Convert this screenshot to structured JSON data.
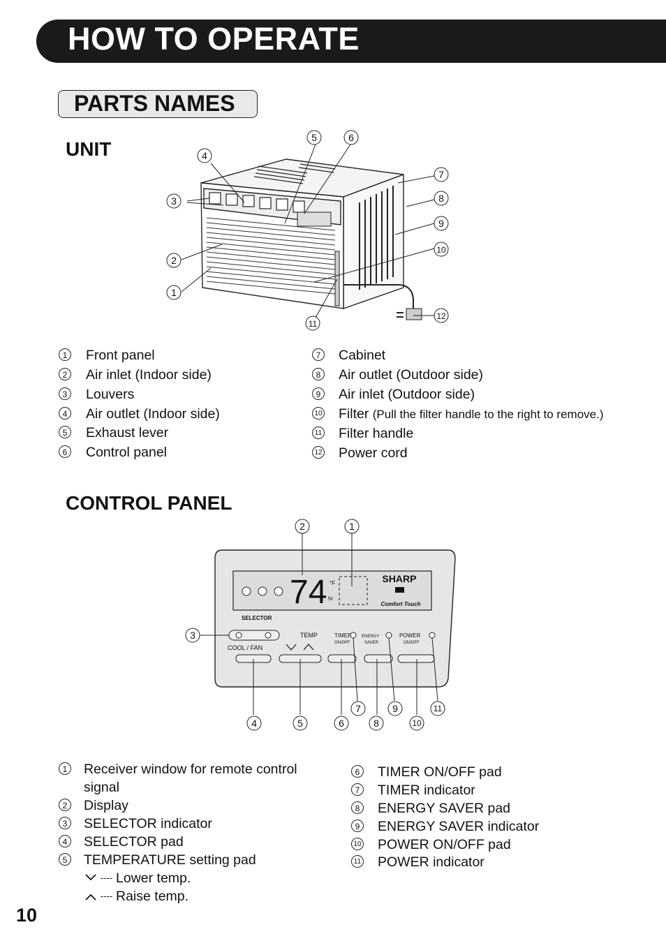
{
  "header": {
    "title": "HOW TO OPERATE"
  },
  "section": {
    "title": "PARTS NAMES"
  },
  "unit": {
    "heading": "UNIT",
    "items": [
      {
        "num": "1",
        "label": "Front panel"
      },
      {
        "num": "2",
        "label": "Air inlet  (Indoor side)"
      },
      {
        "num": "3",
        "label": "Louvers"
      },
      {
        "num": "4",
        "label": "Air outlet (Indoor side)"
      },
      {
        "num": "5",
        "label": "Exhaust lever"
      },
      {
        "num": "6",
        "label": "Control panel"
      },
      {
        "num": "7",
        "label": "Cabinet"
      },
      {
        "num": "8",
        "label": "Air outlet (Outdoor side)"
      },
      {
        "num": "9",
        "label": "Air inlet (Outdoor side)"
      },
      {
        "num": "10",
        "label": "Filter",
        "note": "(Pull  the filter handle to the right to remove.)"
      },
      {
        "num": "11",
        "label": "Filter handle"
      },
      {
        "num": "12",
        "label": "Power cord"
      }
    ]
  },
  "control_panel": {
    "heading": "CONTROL PANEL",
    "display": {
      "temp": "74",
      "unit_f": "°F",
      "unit_hr": "hr"
    },
    "brand": "SHARP",
    "brand_sub": "Comfort Touch",
    "labels": {
      "selector": "SELECTOR",
      "cool_fan": "COOL  /  FAN",
      "temp": "TEMP",
      "timer": "TIMER",
      "timer_sub": "ON/OFF",
      "energy": "ENERGY",
      "energy_sub": "SAVER",
      "power": "POWER",
      "power_sub": "ON/OFF"
    },
    "items": [
      {
        "num": "1",
        "label": "Receiver window for remote control",
        "label2": "signal"
      },
      {
        "num": "2",
        "label": "Display"
      },
      {
        "num": "3",
        "label": "SELECTOR indicator"
      },
      {
        "num": "4",
        "label": "SELECTOR pad"
      },
      {
        "num": "5",
        "label": "TEMPERATURE setting pad"
      },
      {
        "num": "6",
        "label": "TIMER ON/OFF pad"
      },
      {
        "num": "7",
        "label": "TIMER indicator"
      },
      {
        "num": "8",
        "label": "ENERGY SAVER pad"
      },
      {
        "num": "9",
        "label": "ENERGY SAVER indicator"
      },
      {
        "num": "10",
        "label": "POWER ON/OFF pad"
      },
      {
        "num": "11",
        "label": "POWER indicator"
      }
    ],
    "lower_temp": "Lower temp.",
    "raise_temp": "Raise temp."
  },
  "page_number": "10"
}
